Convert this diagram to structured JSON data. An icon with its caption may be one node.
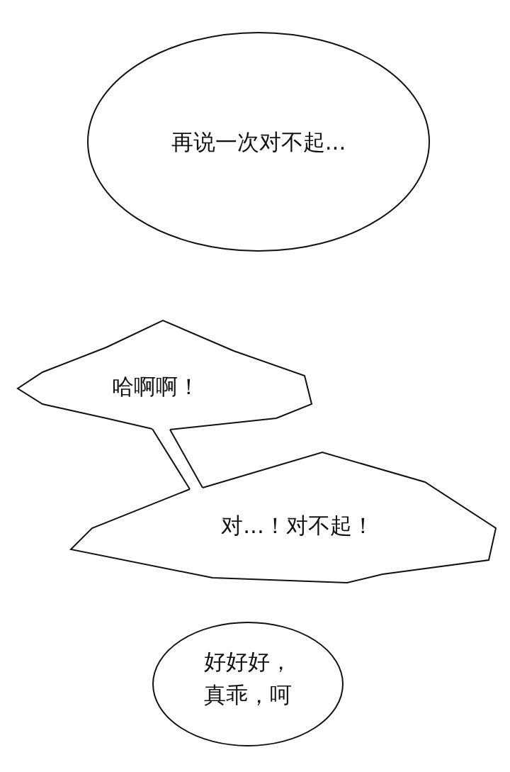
{
  "diagram": {
    "nodes": [
      {
        "text": [
          "再说一次对不起..."
        ]
      },
      {
        "text": [
          "哈啊啊！"
        ]
      },
      {
        "text": [
          "对...！对不起！"
        ]
      },
      {
        "text": [
          "好好好，真乖，呵"
        ]
      }
    ],
    "edges": [
      {
        "from": 1,
        "to": 2,
        "arrow": "none"
      }
    ]
  }
}
